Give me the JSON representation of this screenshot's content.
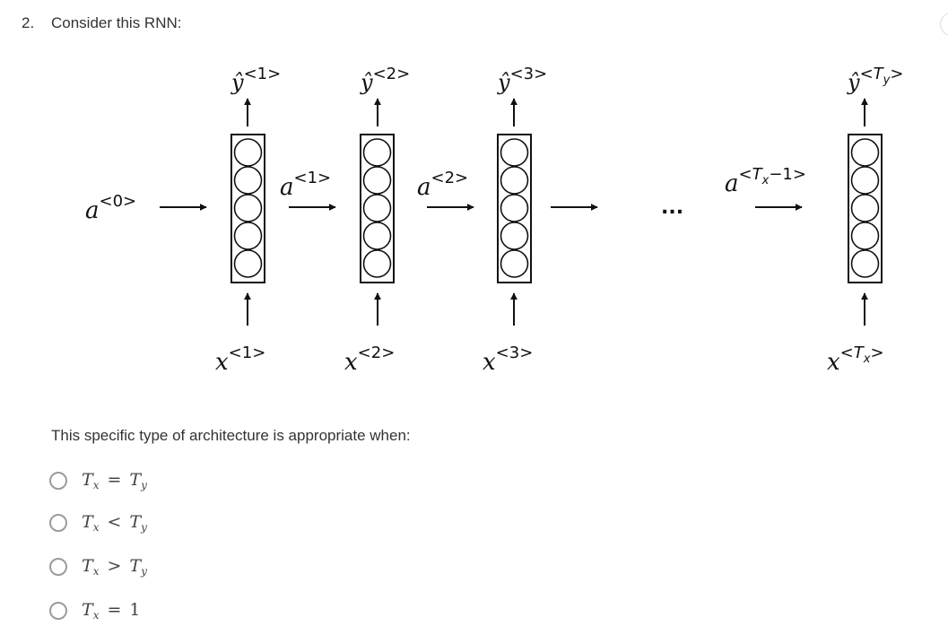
{
  "question": {
    "number": "2.",
    "text": "Consider this RNN:",
    "prompt": "This specific type of architecture is appropriate when:"
  },
  "diagram": {
    "ellipsis": "...",
    "y_labels": [
      {
        "var": "ŷ",
        "sup": "<1>"
      },
      {
        "var": "ŷ",
        "sup": "<2>"
      },
      {
        "var": "ŷ",
        "sup": "<3>"
      },
      {
        "var": "ŷ",
        "sup_pre": "<",
        "sup_T": "T",
        "sup_sub": "y",
        "sup_post": ">"
      }
    ],
    "x_labels": [
      {
        "var": "x",
        "sup": "<1>"
      },
      {
        "var": "x",
        "sup": "<2>"
      },
      {
        "var": "x",
        "sup": "<3>"
      },
      {
        "var": "x",
        "sup_pre": "<",
        "sup_T": "T",
        "sup_sub": "x",
        "sup_post": ">"
      }
    ],
    "a_labels": [
      {
        "var": "a",
        "sup": "<0>"
      },
      {
        "var": "a",
        "sup": "<1>"
      },
      {
        "var": "a",
        "sup": "<2>"
      },
      {
        "var": "a",
        "sup_pre": "<",
        "sup_T": "T",
        "sup_sub": "x",
        "sup_post": "−1>"
      }
    ]
  },
  "options": [
    {
      "left_var": "T",
      "left_sub": "x",
      "op": "=",
      "right_var": "T",
      "right_sub": "y",
      "right_num": ""
    },
    {
      "left_var": "T",
      "left_sub": "x",
      "op": "<",
      "right_var": "T",
      "right_sub": "y",
      "right_num": ""
    },
    {
      "left_var": "T",
      "left_sub": "x",
      "op": ">",
      "right_var": "T",
      "right_sub": "y",
      "right_num": ""
    },
    {
      "left_var": "T",
      "left_sub": "x",
      "op": "=",
      "right_var": "",
      "right_sub": "",
      "right_num": "1"
    }
  ]
}
